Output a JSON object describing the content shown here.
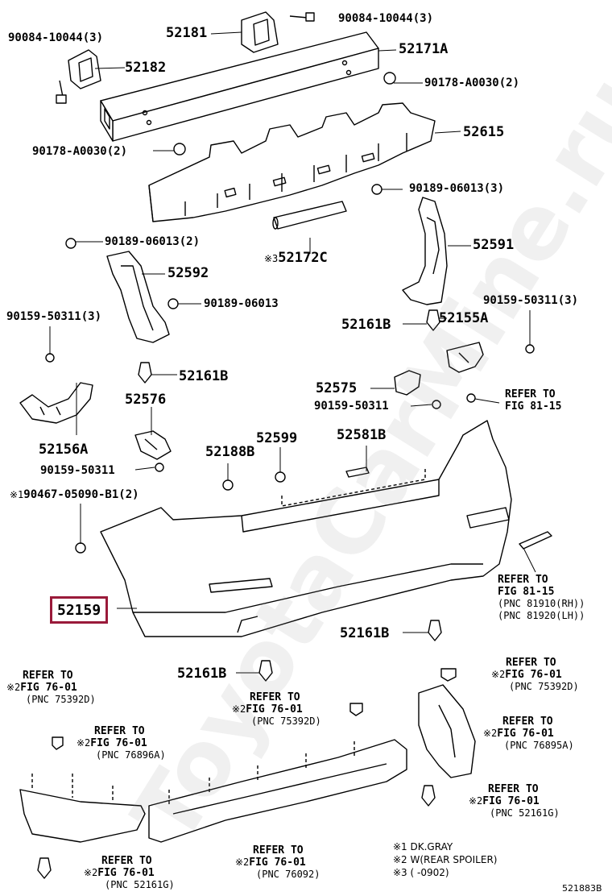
{
  "watermark": "ToyotaCarMine.ru",
  "diagram_code": "521883B",
  "parts": {
    "p52181": "52181",
    "p52182": "52182",
    "p52171A": "52171A",
    "p52615": "52615",
    "p52591": "52591",
    "p52592": "52592",
    "p52172C": "52172C",
    "p52161B_a": "52161B",
    "p52161B_b": "52161B",
    "p52161B_c": "52161B",
    "p52161B_d": "52161B",
    "p52155A": "52155A",
    "p52156A": "52156A",
    "p52576": "52576",
    "p52575": "52575",
    "p52188B": "52188B",
    "p52599": "52599",
    "p52581B": "52581B",
    "p52159": "52159"
  },
  "fasteners": {
    "f1": "90084-10044(3)",
    "f2": "90084-10044(3)",
    "f3": "90178-A0030(2)",
    "f4": "90178-A0030(2)",
    "f5": "90189-06013(3)",
    "f6": "90189-06013(2)",
    "f7": "90189-06013",
    "f8": "90159-50311(3)",
    "f9": "90159-50311(3)",
    "f10": "90159-50311",
    "f11": "90159-50311",
    "f12": "90467-05090-B1(2)"
  },
  "marks": {
    "m1": "※1",
    "m2": "※2",
    "m3": "※3"
  },
  "refs": {
    "refer_to": "REFER TO",
    "fig_81_15": "FIG 81-15",
    "fig_76_01": "FIG 76-01",
    "pnc_81910": "(PNC 81910(RH))",
    "pnc_81920": "(PNC 81920(LH))",
    "pnc_75392": "(PNC 75392D)",
    "pnc_76896": "(PNC 76896A)",
    "pnc_76895": "(PNC 76895A)",
    "pnc_76092": "(PNC 76092)",
    "pnc_52161": "(PNC 52161G)"
  },
  "notes": {
    "n1": "※1 DK.GRAY",
    "n2": "※2 W(REAR SPOILER)",
    "n3": "※3 (      -0902)"
  }
}
